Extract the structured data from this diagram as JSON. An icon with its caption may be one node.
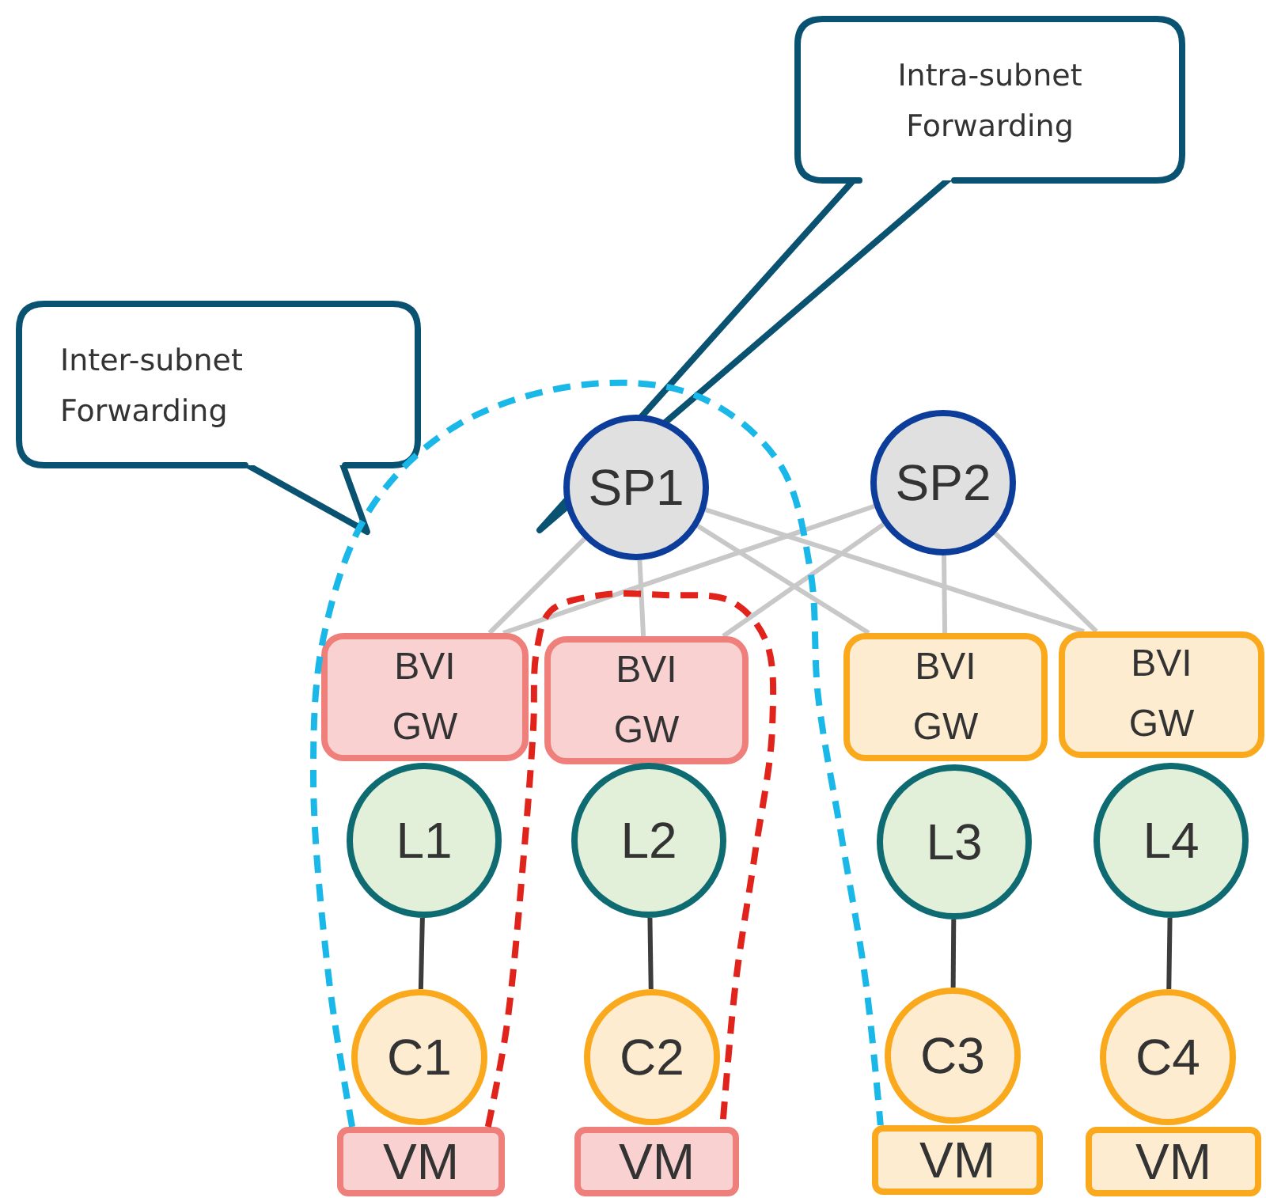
{
  "diagram": {
    "nodes": [
      {
        "text": [
          "Intra-subnet Forwarding"
        ]
      },
      {
        "text": [
          "Inter-subnet Forwarding"
        ]
      },
      {
        "text": [
          "SP1"
        ]
      },
      {
        "text": [
          "SP2"
        ]
      },
      {
        "text": [
          "BVI GW"
        ]
      },
      {
        "text": [
          "BVI GW"
        ]
      },
      {
        "text": [
          "BVI GW"
        ]
      },
      {
        "text": [
          "BVI GW"
        ]
      },
      {
        "text": [
          "L1"
        ]
      },
      {
        "text": [
          "L2"
        ]
      },
      {
        "text": [
          "L3"
        ]
      },
      {
        "text": [
          "L4"
        ]
      },
      {
        "text": [
          "C1"
        ]
      },
      {
        "text": [
          "C2"
        ]
      },
      {
        "text": [
          "C3"
        ]
      },
      {
        "text": [
          "C4"
        ]
      },
      {
        "text": [
          "VM"
        ]
      },
      {
        "text": [
          "VM"
        ]
      },
      {
        "text": [
          "VM"
        ]
      },
      {
        "text": [
          "VM"
        ]
      }
    ],
    "edges": [
      {
        "from": 2,
        "to": 4,
        "arrow": "none"
      },
      {
        "from": 2,
        "to": 5,
        "arrow": "none"
      },
      {
        "from": 2,
        "to": 6,
        "arrow": "none"
      },
      {
        "from": 2,
        "to": 7,
        "arrow": "none"
      },
      {
        "from": 3,
        "to": 4,
        "arrow": "none"
      },
      {
        "from": 3,
        "to": 5,
        "arrow": "none"
      },
      {
        "from": 3,
        "to": 6,
        "arrow": "none"
      },
      {
        "from": 3,
        "to": 7,
        "arrow": "none"
      },
      {
        "from": 8,
        "to": 12,
        "arrow": "none",
        "color": "#3c3c3c"
      },
      {
        "from": 9,
        "to": 13,
        "arrow": "none",
        "color": "#3c3c3c"
      },
      {
        "from": 10,
        "to": 14,
        "arrow": "none",
        "color": "#3c3c3c"
      },
      {
        "from": 11,
        "to": 15,
        "arrow": "none",
        "color": "#3c3c3c"
      },
      {
        "from": 16,
        "to": 18,
        "arrow": "none",
        "style": "dashed",
        "color": "#1ab8e8"
      },
      {
        "from": 16,
        "to": 17,
        "arrow": "none",
        "style": "dashed",
        "color": "#e0241b"
      }
    ]
  }
}
